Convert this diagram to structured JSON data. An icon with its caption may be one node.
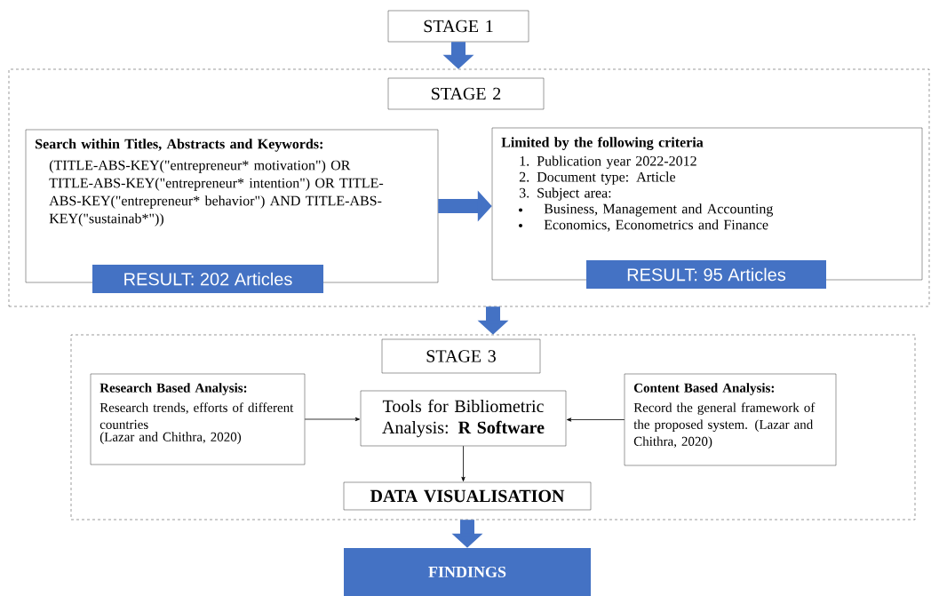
{
  "diagram": {
    "nodes": [
      {
        "text": [
          "STAGE 1"
        ]
      },
      {
        "text": [],
        "shape": "box"
      },
      {
        "text": [
          "STAGE 2"
        ],
        "in": 1
      },
      {
        "text": [
          "Search within Titles, Abstracts and Keywords:",
          "(TITLE-ABS-KEY(\"entrepreneur* motivation\") OR TITLE-ABS-KEY(\"entrepreneur* intention\") OR TITLE-ABS-KEY(\"entrepreneur* behavior\") AND TITLE-ABS-KEY(\"sustainab*\"))"
        ],
        "in": 1
      },
      {
        "text": [
          "RESULT: 202 Articles"
        ],
        "in": 1
      },
      {
        "text": [
          "Limited by the following criteria",
          "1. Publication year 2022-2012",
          "2. Document type: Article",
          "3. Subject area:",
          "Business, Management and Accounting",
          "Economics, Econometrics and Finance"
        ],
        "in": 1
      },
      {
        "text": [
          "RESULT: 95 Articles"
        ],
        "in": 1
      },
      {
        "text": [],
        "shape": "box"
      },
      {
        "text": [
          "STAGE 3"
        ],
        "in": 7
      },
      {
        "text": [
          "Research Based Analysis:",
          "Research trends, efforts of different countries",
          "(Lazar and Chithra, 2020)"
        ],
        "in": 7
      },
      {
        "text": [
          "Tools for Bibliometric Analysis: **R Software**"
        ],
        "in": 7
      },
      {
        "text": [
          "Content Based Analysis:",
          "Record the general framework of the proposed system. (Lazar and Chithra, 2020)"
        ],
        "in": 7
      },
      {
        "text": [
          "DATA VISUALISATION"
        ],
        "in": 7
      },
      {
        "text": [
          "FINDINGS"
        ]
      }
    ],
    "edges": [
      {
        "from": 0,
        "to": 1,
        "arrow": "to",
        "color": "#4472c4"
      },
      {
        "from": 3,
        "to": 5,
        "arrow": "to",
        "color": "#4472c4"
      },
      {
        "from": 1,
        "to": 7,
        "arrow": "to",
        "color": "#4472c4"
      },
      {
        "from": 9,
        "to": 10,
        "arrow": "to",
        "color": "#000000"
      },
      {
        "from": 11,
        "to": 10,
        "arrow": "to",
        "color": "#000000"
      },
      {
        "from": 10,
        "to": 12,
        "arrow": "to",
        "color": "#000000"
      },
      {
        "from": 7,
        "to": 13,
        "arrow": "to",
        "color": "#4472c4"
      }
    ]
  }
}
